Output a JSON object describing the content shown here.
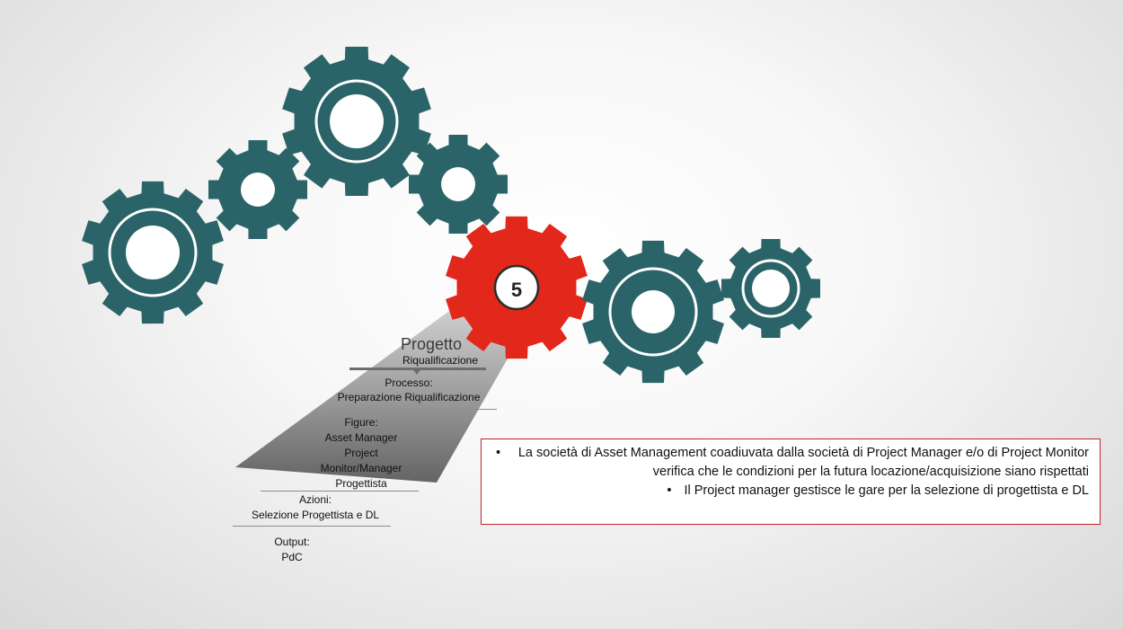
{
  "colors": {
    "gear": "#2b6468",
    "gear_highlight": "#e2271b",
    "info_border": "#c0222a"
  },
  "gear_step": "5",
  "panel": {
    "title": "Progetto",
    "subtitle": "Riqualificazione",
    "processo_label": "Processo:",
    "processo_value": "Preparazione Riqualificazione",
    "figure_label": "Figure:",
    "figure_values": [
      "Asset Manager",
      "Project",
      "Monitor/Manager",
      "Progettista"
    ],
    "azioni_label": "Azioni:",
    "azioni_value": "Selezione Progettista e DL",
    "output_label": "Output:",
    "output_value": "PdC"
  },
  "info": {
    "bullets": [
      "La società di Asset Management coadiuvata dalla società di Project Manager e/o di Project Monitor verifica che le condizioni per la futura locazione/acquisizione siano rispettati",
      "Il Project manager gestisce le gare per la selezione di progettista e DL"
    ]
  }
}
